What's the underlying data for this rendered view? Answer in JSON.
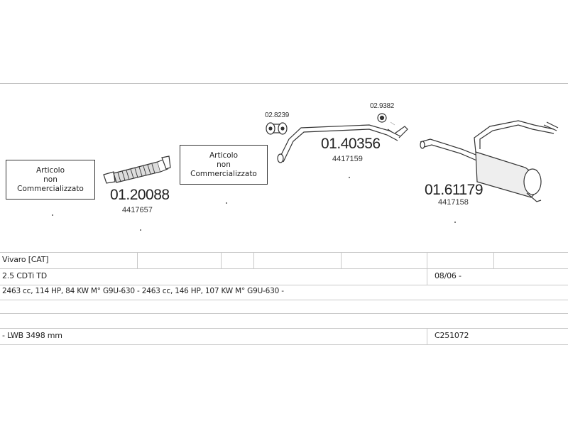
{
  "boxes": {
    "left": [
      "Articolo",
      "non",
      "Commercializzato"
    ],
    "middle": [
      "Articolo",
      "non",
      "Commercializzato"
    ]
  },
  "parts": [
    {
      "number": "01.20088",
      "ref": "4417657"
    },
    {
      "number": "01.40356",
      "ref": "4417159"
    },
    {
      "number": "01.61179",
      "ref": "4417158"
    }
  ],
  "accessories": [
    "02.8239",
    "02.9382"
  ],
  "table": {
    "model": "Vivaro  [CAT]",
    "engine": "2.5 CDTi TD",
    "date": "08/06 -",
    "specs": "2463 cc, 114 HP, 84 KW M° G9U-630 - 2463 cc, 146 HP, 107 KW M° G9U-630 -",
    "body": "- LWB 3498 mm",
    "code": "C251072"
  }
}
